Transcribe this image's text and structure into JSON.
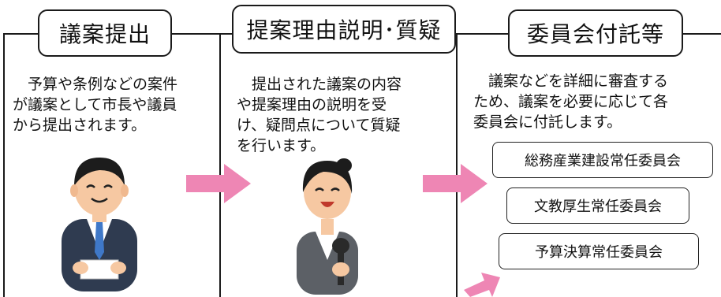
{
  "steps": [
    {
      "title": "議案提出",
      "description": "　予算や条例などの案件\nが議案として市長や議員\nから提出されます。"
    },
    {
      "title": "提案理由説明･質疑",
      "description": "　提出された議案の内容\nや提案理由の説明を受\nけ、疑問点について質疑\nを行います。"
    },
    {
      "title": "委員会付託等",
      "description": "　議案などを詳細に審査する\nため、議案を必要に応じて各\n委員会に付託します。",
      "committees": [
        "総務産業建設常任委員会",
        "文教厚生常任委員会",
        "予算決算常任委員会"
      ]
    }
  ],
  "illustrations": [
    "businessman-icon",
    "speaker-woman-icon"
  ],
  "colors": {
    "arrow": "#ee86b4",
    "suit": "#2f3b50",
    "line": "#1a1a1a"
  }
}
